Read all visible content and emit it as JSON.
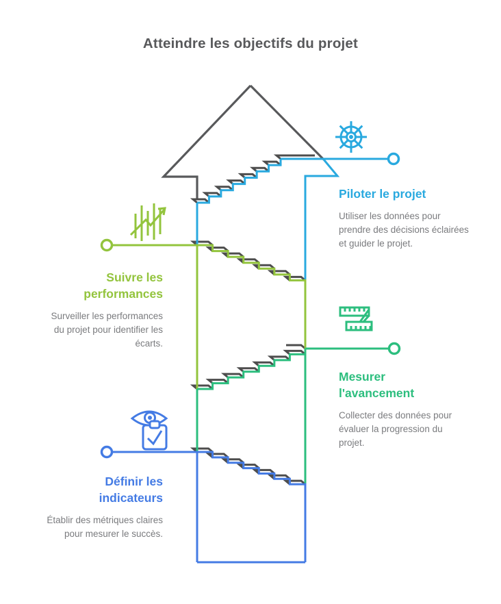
{
  "title": "Atteindre les objectifs du projet",
  "colors": {
    "background": "#FFFFFF",
    "cyan": "#29A9DF",
    "lime": "#93C43D",
    "emerald": "#2CBE7E",
    "blue": "#447BE4",
    "outline_gray": "#58595B",
    "shadow_gray": "#4D4D4D",
    "title_text": "#58595B",
    "body_text": "#7A7B7E"
  },
  "items": [
    {
      "id": "piloter",
      "heading": "Piloter le projet",
      "body": "Utiliser les données pour prendre des décisions éclairées et guider le projet.",
      "color": "#29A9DF",
      "icon": "helm-icon",
      "side": "right"
    },
    {
      "id": "suivre",
      "heading": "Suivre les performances",
      "body": "Surveiller les performances du projet pour identifier les écarts.",
      "color": "#93C43D",
      "icon": "performance-chart-icon",
      "side": "left"
    },
    {
      "id": "mesurer",
      "heading": "Mesurer l'avancement",
      "body": "Collecter des données pour évaluer la progression du projet.",
      "color": "#2CBE7E",
      "icon": "measuring-tape-icon",
      "side": "right"
    },
    {
      "id": "definir",
      "heading": "Définir les indicateurs",
      "body": "Établir des métriques claires pour mesurer le succès.",
      "color": "#447BE4",
      "icon": "eye-clipboard-icon",
      "side": "left"
    }
  ]
}
